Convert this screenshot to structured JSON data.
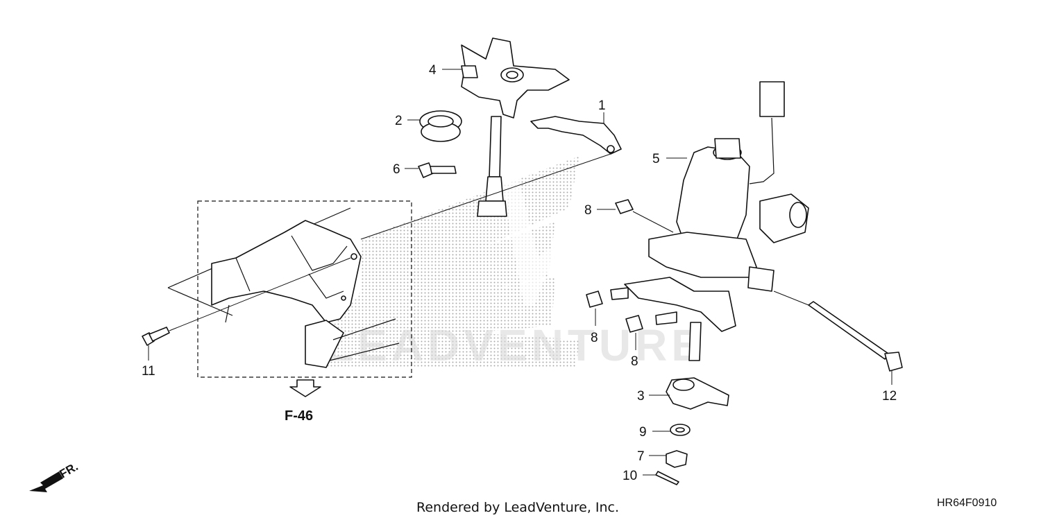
{
  "diagram": {
    "callouts": [
      {
        "id": "1",
        "label": "1"
      },
      {
        "id": "2",
        "label": "2"
      },
      {
        "id": "3",
        "label": "3"
      },
      {
        "id": "4",
        "label": "4"
      },
      {
        "id": "5",
        "label": "5"
      },
      {
        "id": "6",
        "label": "6"
      },
      {
        "id": "7",
        "label": "7"
      },
      {
        "id": "8a",
        "label": "8"
      },
      {
        "id": "8b",
        "label": "8"
      },
      {
        "id": "8c",
        "label": "8"
      },
      {
        "id": "9",
        "label": "9"
      },
      {
        "id": "10",
        "label": "10"
      },
      {
        "id": "11",
        "label": "11"
      },
      {
        "id": "12",
        "label": "12"
      }
    ],
    "reference_label": "F-46",
    "direction_label": "FR.",
    "footer_text": "Rendered by LeadVenture, Inc.",
    "diagram_code": "HR64F0910",
    "watermark_text": "LEADVENTURE"
  }
}
